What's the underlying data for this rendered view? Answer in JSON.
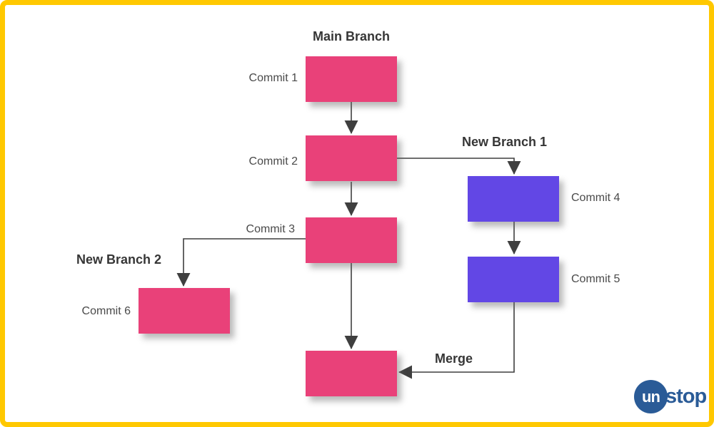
{
  "diagram": {
    "main_branch_title": "Main Branch",
    "new_branch_1_title": "New Branch 1",
    "new_branch_2_title": "New Branch 2",
    "merge_label": "Merge",
    "commit_labels": {
      "commit1": "Commit 1",
      "commit2": "Commit 2",
      "commit3": "Commit 3",
      "commit4": "Commit 4",
      "commit5": "Commit 5",
      "commit6": "Commit 6"
    },
    "edges": [
      {
        "from": "commit1",
        "to": "commit2"
      },
      {
        "from": "commit2",
        "to": "commit3"
      },
      {
        "from": "commit2",
        "to": "commit4",
        "branch": "New Branch 1"
      },
      {
        "from": "commit4",
        "to": "commit5"
      },
      {
        "from": "commit3",
        "to": "commit6",
        "branch": "New Branch 2"
      },
      {
        "from": "commit3",
        "to": "merge-node"
      },
      {
        "from": "commit5",
        "to": "merge-node",
        "label": "Merge"
      }
    ]
  },
  "colors": {
    "frame_border": "#FFC800",
    "main_branch_node": "#E94179",
    "new_branch_node": "#6247E5",
    "arrow": "#3F3F3F",
    "logo_blue": "#2A5B97",
    "label_text": "#4A4A4A",
    "title_text": "#363636"
  },
  "logo": {
    "circle_text": "un",
    "rest_text": "stop"
  }
}
